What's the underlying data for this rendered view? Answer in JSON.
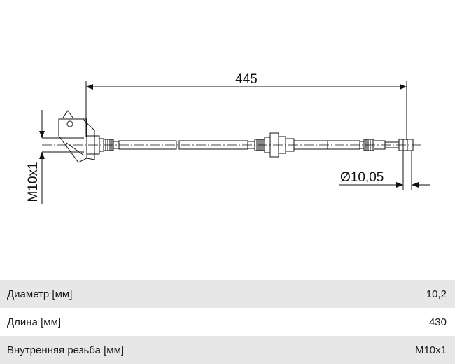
{
  "drawing": {
    "length_dim": "445",
    "thread_dim": "M10x1",
    "diameter_dim": "Ø10,05"
  },
  "specs": [
    {
      "label": "Диаметр [мм]",
      "value": "10,2"
    },
    {
      "label": "Длина [мм]",
      "value": "430"
    },
    {
      "label": "Внутренняя резьба [мм]",
      "value": "M10x1"
    }
  ]
}
